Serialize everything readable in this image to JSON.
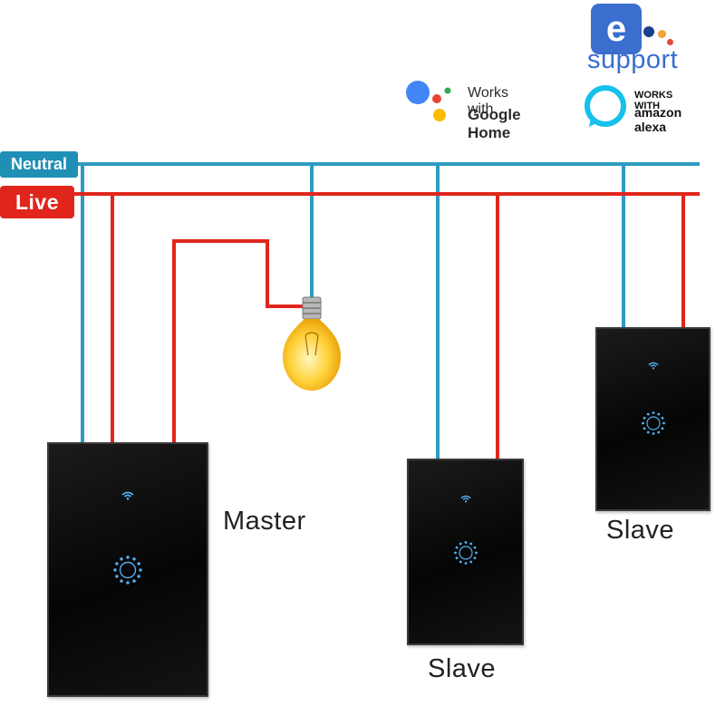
{
  "legend": {
    "neutral_label": "Neutral",
    "live_label": "Live"
  },
  "colors": {
    "neutral_wire": "#2e9bc0",
    "live_wire": "#e0261c",
    "neutral_tag": "#1f8fb6",
    "live_tag": "#e0261c",
    "indicator_blue": "#4fb3f6",
    "bulb_glow": "#ffd23a",
    "esupport_blue": "#3a6ecf",
    "esupport_dot_1": "#1b3e8f",
    "esupport_dot_2": "#f2a23a",
    "esupport_dot_3": "#e24a3a",
    "google_blue": "#4285f4",
    "google_red": "#ea4335",
    "google_yellow": "#fbbc05",
    "google_green": "#34a853",
    "alexa_cyan": "#16c1eb"
  },
  "devices": {
    "bulb_icon": "light-bulb-icon",
    "wifi_icon": "wifi-icon",
    "touch_icon": "touch-ring-icon",
    "master": {
      "label": "Master"
    },
    "slave_middle": {
      "label": "Slave"
    },
    "slave_right": {
      "label": "Slave"
    }
  },
  "badges": {
    "esupport": {
      "letter": "e",
      "word": "support",
      "icon": "esupport-logo-icon"
    },
    "google_home": {
      "line1": "Works with",
      "line2": "Google Home",
      "icon": "google-assistant-icon"
    },
    "alexa": {
      "line1": "WORKS WITH",
      "line2": "amazon alexa",
      "icon": "alexa-ring-icon"
    }
  }
}
